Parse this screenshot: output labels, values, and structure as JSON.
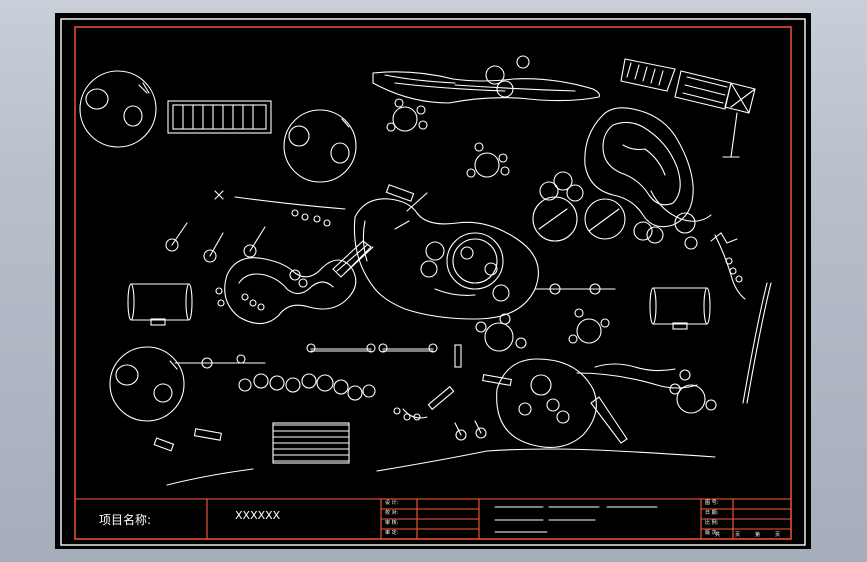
{
  "title_block": {
    "project_label": "项目名称:",
    "project_value": "XXXXXX",
    "sign_rows": [
      "设 计:",
      "校 对:",
      "审 核:",
      "审 定:"
    ],
    "right_rows": [
      "图 号:",
      "日 期:",
      "比 例:",
      "版 次:"
    ],
    "sheet_count": [
      "共",
      "页",
      "第",
      "页"
    ]
  },
  "colors": {
    "frame": "#ff5a36",
    "linework": "#ffffff",
    "background": "#000000"
  },
  "icons": [
    "tree-symbol-icon",
    "compass-cross-icon"
  ]
}
